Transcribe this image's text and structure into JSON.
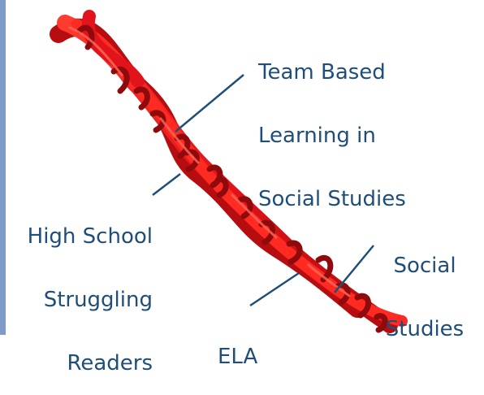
{
  "diagram": {
    "labels": {
      "team_based": [
        "Team Based",
        "Learning in",
        "Social Studies"
      ],
      "high_school": [
        "High School",
        "Struggling",
        "Readers"
      ],
      "social_studies": [
        "Social",
        "Studies"
      ],
      "ela": [
        "ELA"
      ]
    },
    "colors": {
      "label_text": "#1f4e79",
      "leader_line": "#1f4e79",
      "rope_red": "#e0141a",
      "rope_dark": "#8e0a0c",
      "side_bar": "#7f9cc6"
    },
    "icons": {
      "rope": "braided-rope-illustration"
    }
  }
}
